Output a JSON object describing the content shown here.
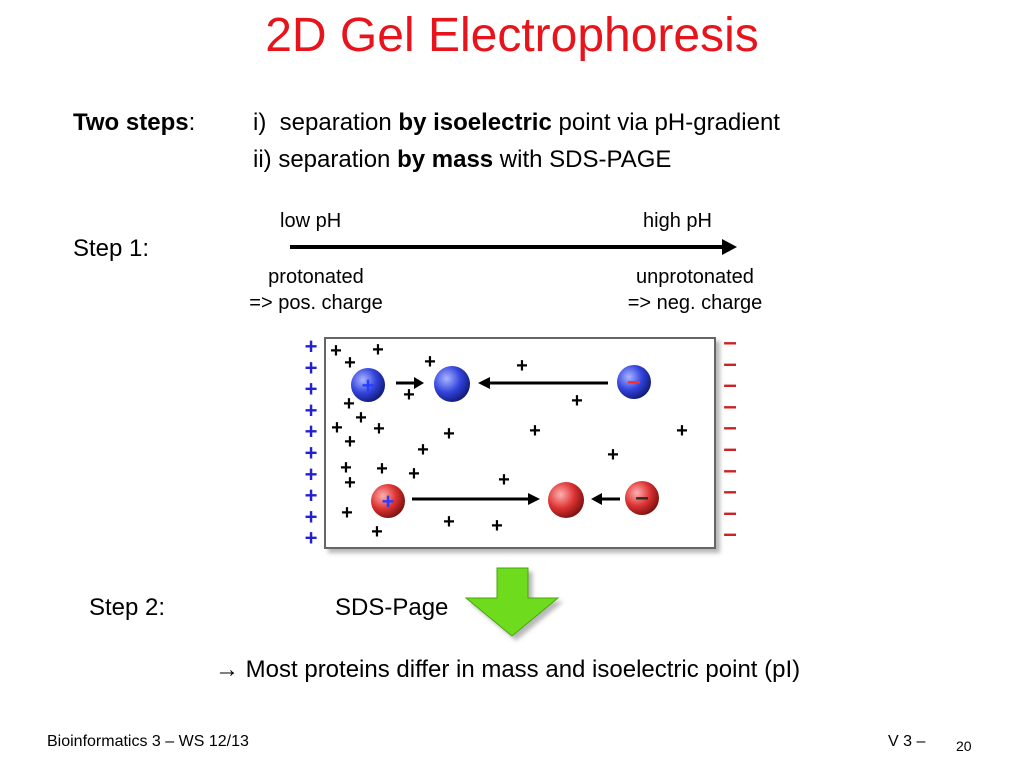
{
  "slide": {
    "title": "2D Gel Electrophoresis",
    "two_steps_label": "Two steps",
    "two_steps_colon": ":",
    "step_i": {
      "prefix": "i)  separation ",
      "bold": "by isoelectric",
      "suffix": " point via pH-gradient"
    },
    "step_ii": {
      "prefix": "ii) separation ",
      "bold": "by mass",
      "suffix": " with SDS-PAGE"
    },
    "step1_label": "Step 1:",
    "low_ph": "low pH",
    "high_ph": "high pH",
    "protonated": "protonated",
    "pos_charge": "=> pos. charge",
    "unprotonated": "unprotonated",
    "neg_charge": "=> neg. charge",
    "step2_label": "Step 2:",
    "sds_page": "SDS-Page",
    "conclusion": "→ Most proteins differ in mass and isoelectric point (pI)"
  },
  "diagram": {
    "plus_symbol": "+",
    "minus_symbol": "–",
    "colors": {
      "positive_electrode": "#2222cc",
      "negative_electrode": "#cc2222",
      "blue_protein": "#3344dd",
      "red_protein": "#dd3333",
      "green_arrow": "#6edc1e"
    }
  },
  "footer": {
    "course": "Bioinformatics 3 – WS 12/13",
    "version": "V 3 –",
    "page": "20"
  }
}
